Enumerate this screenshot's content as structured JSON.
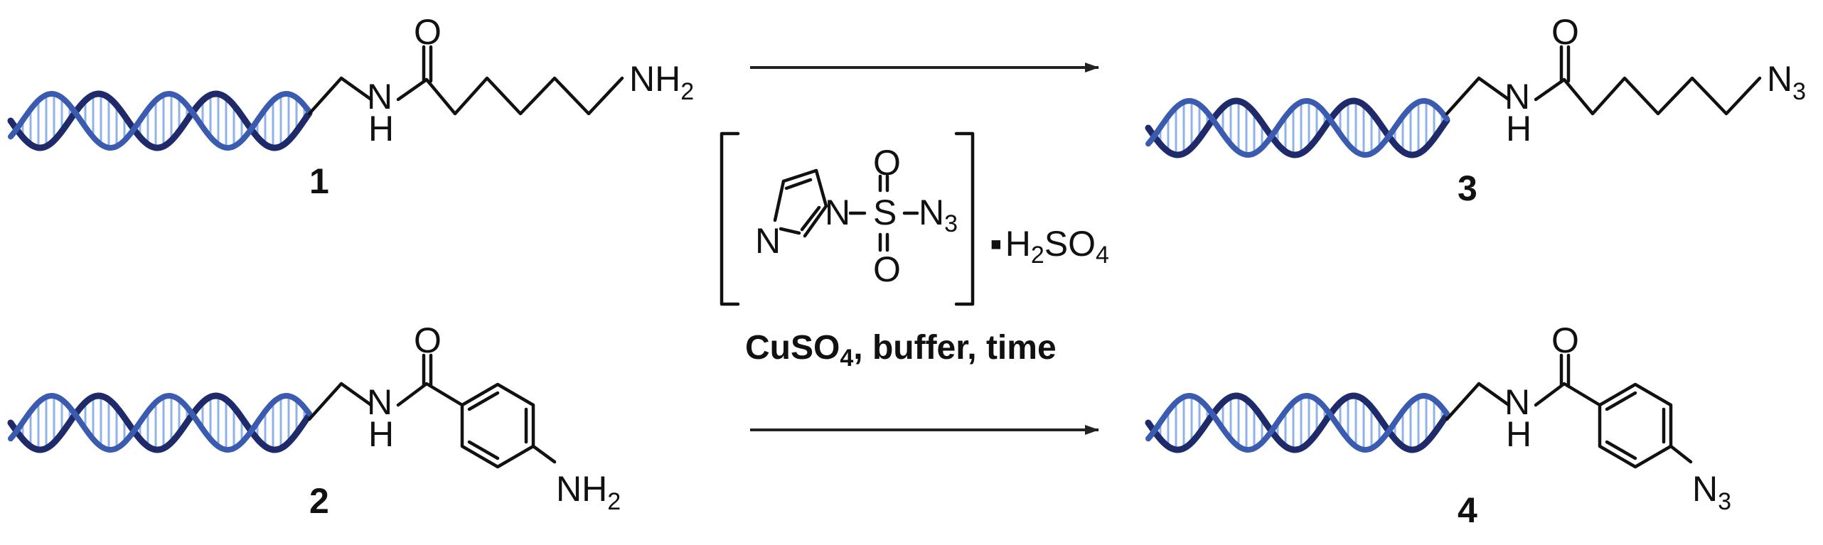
{
  "compounds": [
    {
      "number": "1",
      "terminal_group": "NH",
      "terminal_sub": "2",
      "amide_h": "H",
      "carbonyl_o": "O"
    },
    {
      "number": "2",
      "terminal_group": "NH",
      "terminal_sub": "2",
      "amide_h": "H",
      "carbonyl_o": "O"
    },
    {
      "number": "3",
      "terminal_group": "N",
      "terminal_sub": "3",
      "amide_h": "H",
      "carbonyl_o": "O"
    },
    {
      "number": "4",
      "terminal_group": "N",
      "terminal_sub": "3",
      "amide_h": "H",
      "carbonyl_o": "O"
    }
  ],
  "reagent": {
    "ring_n": "N",
    "sulfur": "S",
    "oxygen_top": "O",
    "oxygen_bottom": "O",
    "azide": "N",
    "azide_sub": "3",
    "salt_dot": "▪",
    "salt": {
      "h": "H",
      "h_sub": "2",
      "so": "SO",
      "so_sub": "4"
    }
  },
  "conditions": {
    "pre": "CuSO",
    "sub": "4",
    "post": ", buffer, time"
  },
  "colors": {
    "dna_dark": "#1f2a6b",
    "dna_mid": "#3b5bb0",
    "dna_light": "#8fb3e8",
    "ink": "#111111"
  }
}
